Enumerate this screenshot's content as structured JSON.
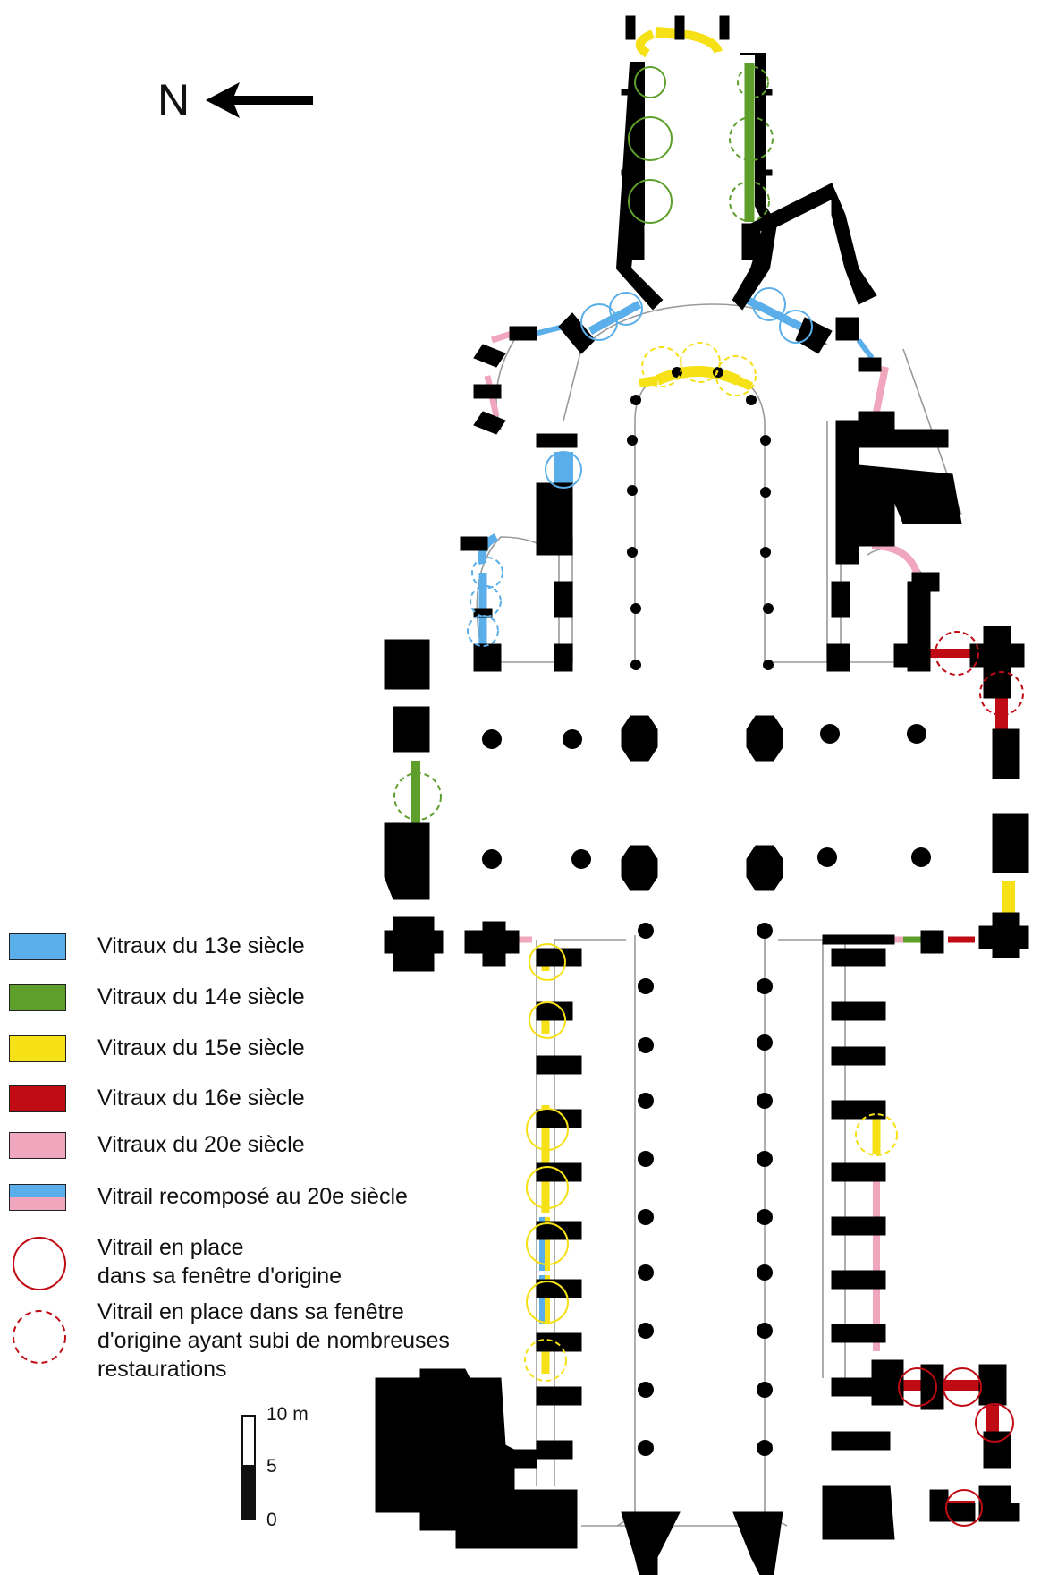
{
  "map": {
    "north": {
      "letter": "N"
    },
    "colors": {
      "c13": "#5aaeea",
      "c14": "#5e9f2c",
      "c15": "#f6e016",
      "c16": "#c00b14",
      "c20": "#f0a7bd",
      "walls": "#000000"
    },
    "legend": [
      {
        "id": "c13",
        "label": "Vitraux du 13e siècle",
        "color": "#5aaeea"
      },
      {
        "id": "c14",
        "label": "Vitraux du 14e siècle",
        "color": "#5e9f2c"
      },
      {
        "id": "c15",
        "label": "Vitraux du 15e siècle",
        "color": "#f6e016"
      },
      {
        "id": "c16",
        "label": "Vitraux du 16e siècle",
        "color": "#c00b14"
      },
      {
        "id": "c20",
        "label": "Vitraux du 20e siècle",
        "color": "#f0a7bd"
      },
      {
        "id": "recomp",
        "label": "Vitrail recomposé au 20e siècle",
        "colors": [
          "#5aaeea",
          "#f0a7bd"
        ]
      },
      {
        "id": "inplace",
        "label_line1": "Vitrail en place",
        "label_line2": "dans sa fenêtre d'origine"
      },
      {
        "id": "restored",
        "label_line1": "Vitrail en place dans sa fenêtre",
        "label_line2": "d'origine ayant subi de nombreuses",
        "label_line3": "restaurations"
      }
    ],
    "scale": {
      "top": "10 m",
      "mid": "5",
      "bottom": "0"
    }
  }
}
